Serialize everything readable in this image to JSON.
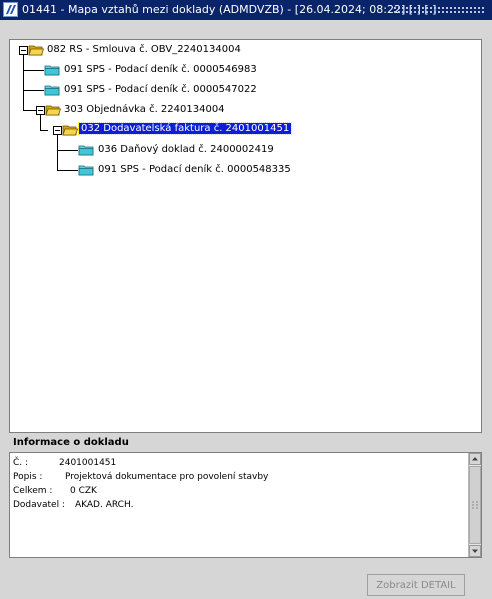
{
  "window": {
    "title": "01441 - Mapa vztahů mezi doklady (ADMDVZB) - [26.04.2024; 08:22]  [ ]  [ ]"
  },
  "tree": {
    "nodes": [
      {
        "label": "082 RS - Smlouva č. OBV_2240134004",
        "icon": "folder-open-icon",
        "expanded": true,
        "selected": false
      },
      {
        "label": "091 SPS - Podací deník č. 0000546983",
        "icon": "folder-icon",
        "selected": false
      },
      {
        "label": "091 SPS - Podací deník č. 0000547022",
        "icon": "folder-icon",
        "selected": false
      },
      {
        "label": "303 Objednávka č. 2240134004",
        "icon": "folder-open-icon",
        "expanded": true,
        "selected": false
      },
      {
        "label": "032 Dodavatelská faktura č. 2401001451",
        "icon": "folder-open-icon",
        "expanded": true,
        "selected": true
      },
      {
        "label": "036 Daňový doklad č. 2400002419",
        "icon": "folder-icon",
        "selected": false
      },
      {
        "label": "091 SPS - Podací deník č. 0000548335",
        "icon": "folder-icon",
        "selected": false
      }
    ]
  },
  "info": {
    "heading": "Informace o dokladu",
    "rows": [
      {
        "label": "Č. :",
        "value": "2401001451"
      },
      {
        "label": "Popis :",
        "value": "Projektová dokumentace  pro povolení stavby"
      },
      {
        "label": "Celkem :",
        "value": "0 CZK"
      },
      {
        "label": "Dodavatel :",
        "value": "AKAD. ARCH."
      }
    ]
  },
  "buttons": {
    "detail_label": "Zobrazit DETAIL"
  },
  "colors": {
    "titlebar": "#0a246a",
    "selection": "#0a1fd6",
    "folder_yellow": "#f0c419",
    "folder_cyan": "#3fc7d8"
  }
}
